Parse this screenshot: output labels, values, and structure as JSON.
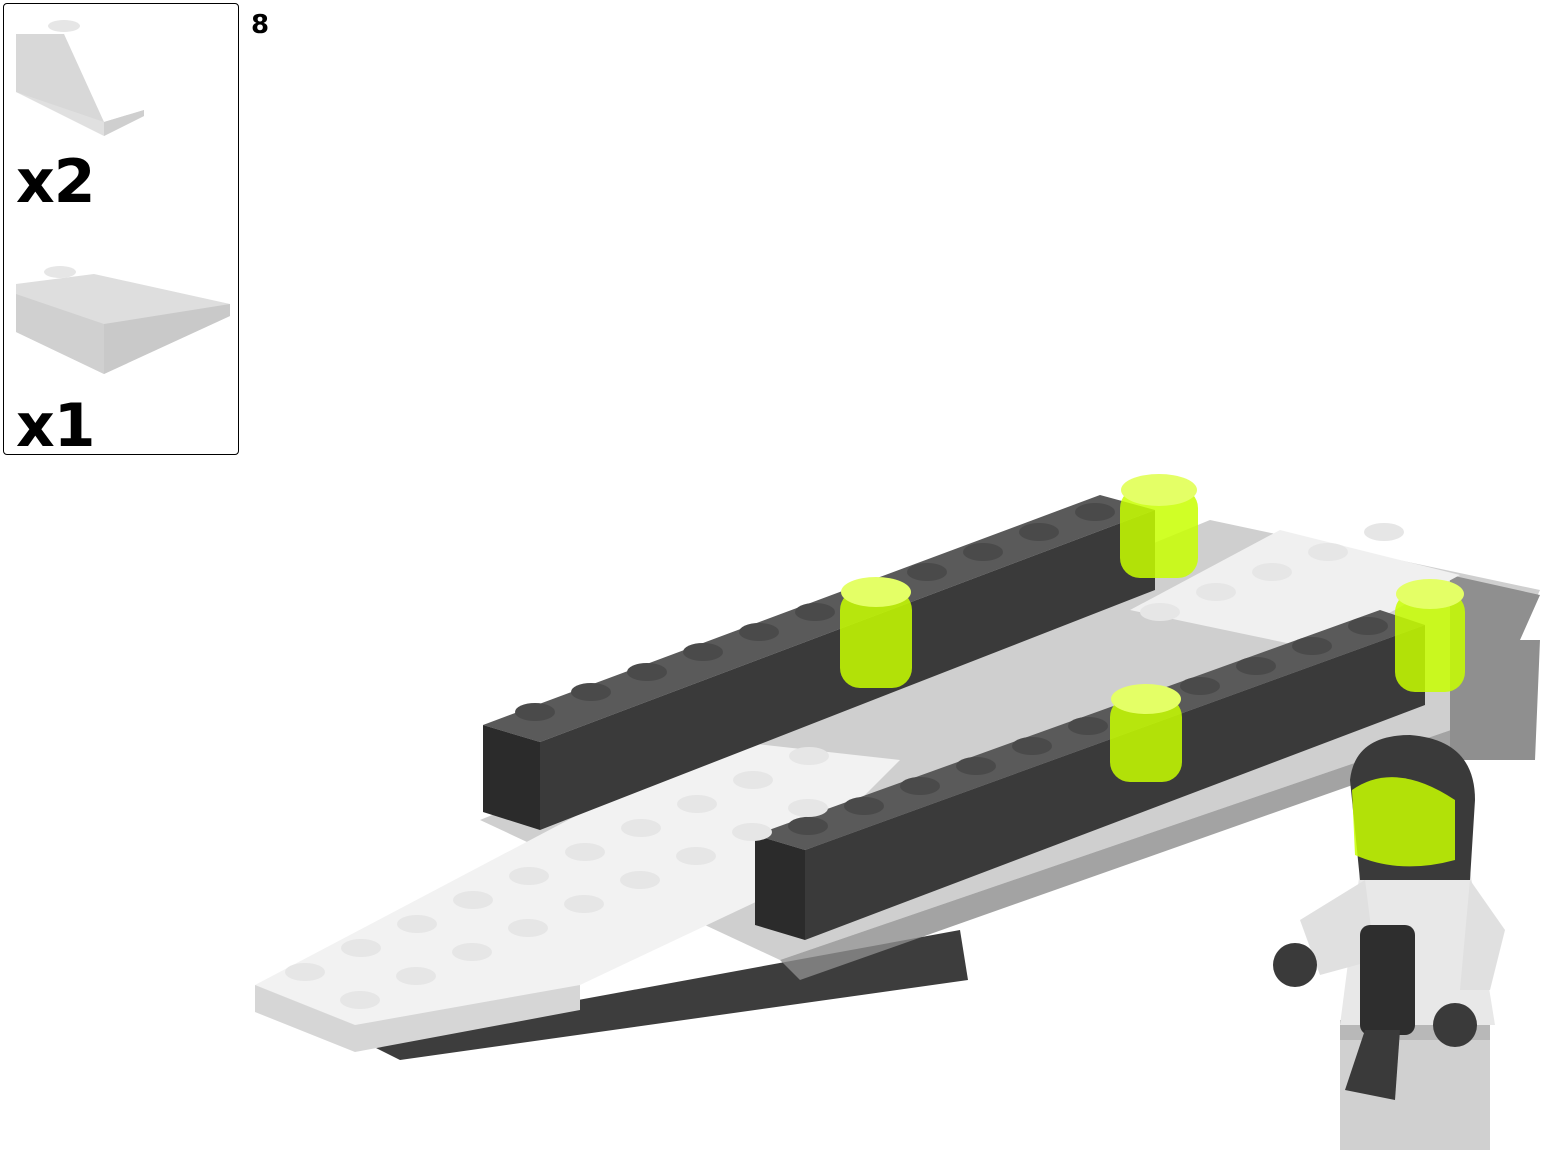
{
  "step": {
    "number": "8"
  },
  "parts": [
    {
      "icon": "slope-brick-1x2-icon",
      "quantity": "x2",
      "color": "#d9d9d9"
    },
    {
      "icon": "wedge-plate-2x3-icon",
      "quantity": "x1",
      "color": "#d9d9d9"
    }
  ],
  "model": {
    "colors": {
      "white": "#f2f2f2",
      "light_gray": "#c8c8c8",
      "dark_gray": "#3a3a3a",
      "trans_gray": "#bdbdbd",
      "neon_yellow": "#c8ff00"
    }
  }
}
